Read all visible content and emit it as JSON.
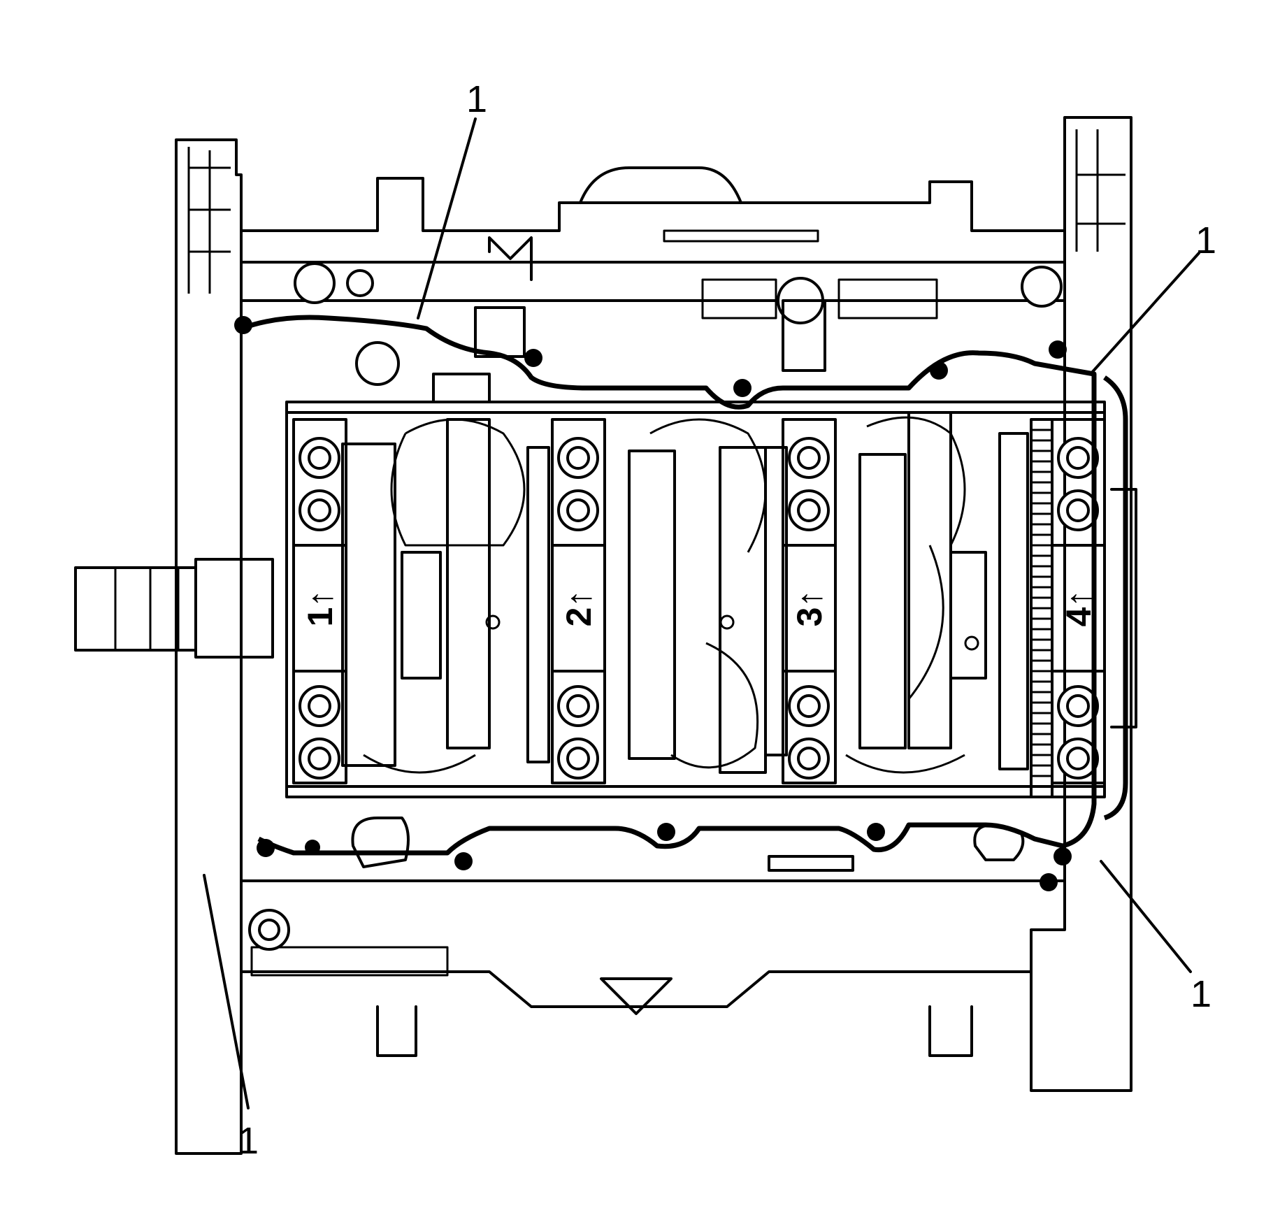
{
  "callouts": [
    {
      "label": "1"
    },
    {
      "label": "1"
    },
    {
      "label": "1"
    },
    {
      "label": "1"
    }
  ],
  "bearing_caps": [
    {
      "label": "1↑"
    },
    {
      "label": "2↑"
    },
    {
      "label": "3↑"
    },
    {
      "label": "4↑"
    }
  ]
}
